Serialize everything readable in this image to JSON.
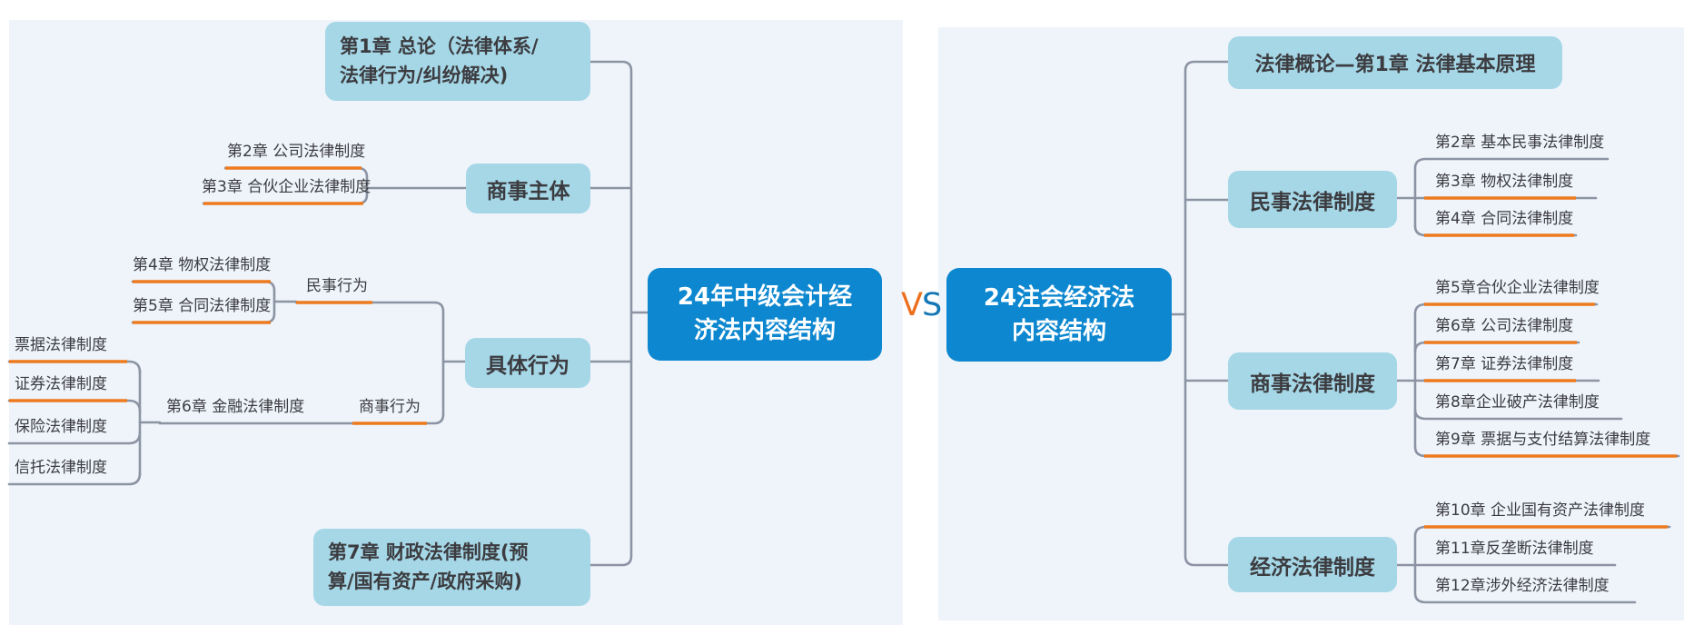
{
  "palette": {
    "accent_orange": "#EE7A1E",
    "line_gray": "#8C94A4",
    "node_blue": "#0D87CF",
    "node_light_blue": "#A5D7E7",
    "panel_bg": "#EEF4FA",
    "text_dark": "#3C3C40",
    "vs_v": "#ED6F1E",
    "vs_s": "#1577B5"
  },
  "vs": {
    "v": "V",
    "s": "S"
  },
  "left_map": {
    "center": {
      "line1": "24年中级会计经",
      "line2": "济法内容结构"
    },
    "top_branch": {
      "line1": "第1章 总论（法律体系/",
      "line2": "法律行为/纠纷解决)"
    },
    "bottom_branch": {
      "line1": "第7章 财政法律制度(预",
      "line2": "算/国有资产/政府采购)"
    },
    "shangshi_zhuti": {
      "label": "商事主体",
      "children": [
        "第2章 公司法律制度",
        "第3章 合伙企业法律制度"
      ]
    },
    "juti_xingwei": {
      "label": "具体行为",
      "minshi": {
        "label": "民事行为",
        "children": [
          "第4章 物权法律制度",
          "第5章 合同法律制度"
        ]
      },
      "shangshi": {
        "label": "商事行为",
        "child": "第6章 金融法律制度",
        "finance_children": [
          "票据法律制度",
          "证券法律制度",
          "保险法律制度",
          "信托法律制度"
        ]
      }
    }
  },
  "right_map": {
    "center": {
      "line1": "24注会经济法",
      "line2": "内容结构"
    },
    "top_branch": "法律概论—第1章 法律基本原理",
    "groups": [
      {
        "label": "民事法律制度",
        "children": [
          "第2章 基本民事法律制度",
          "第3章 物权法律制度",
          "第4章 合同法律制度"
        ]
      },
      {
        "label": "商事法律制度",
        "children": [
          "第5章合伙企业法律制度",
          "第6章 公司法律制度",
          "第7章 证券法律制度",
          "第8章企业破产法律制度",
          "第9章 票据与支付结算法律制度"
        ]
      },
      {
        "label": "经济法律制度",
        "children": [
          "第10章 企业国有资产法律制度",
          "第11章反垄断法律制度",
          "第12章涉外经济法律制度"
        ]
      }
    ]
  }
}
